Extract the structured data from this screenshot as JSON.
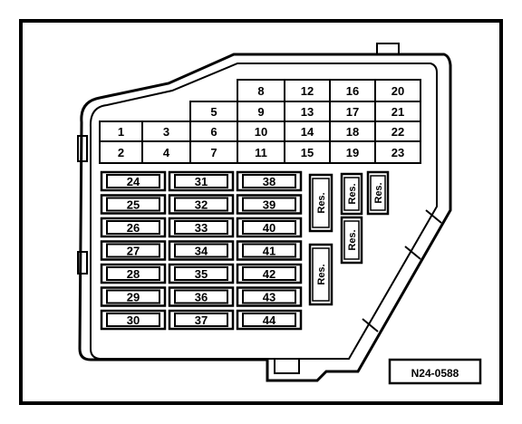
{
  "colors": {
    "ink": "#000000",
    "paper": "#ffffff"
  },
  "top_grid": {
    "row1": [
      "8",
      "12",
      "16",
      "20"
    ],
    "row2": [
      "5",
      "9",
      "13",
      "17",
      "21"
    ],
    "row3": [
      "1",
      "3",
      "6",
      "10",
      "14",
      "18",
      "22"
    ],
    "row4": [
      "2",
      "4",
      "7",
      "11",
      "15",
      "19",
      "23"
    ]
  },
  "fuse_columns": [
    [
      "24",
      "25",
      "26",
      "27",
      "28",
      "29",
      "30"
    ],
    [
      "31",
      "32",
      "33",
      "34",
      "35",
      "36",
      "37"
    ],
    [
      "38",
      "39",
      "40",
      "41",
      "42",
      "43",
      "44"
    ]
  ],
  "reserve_label": "Res.",
  "figure_code": "N24-0588"
}
